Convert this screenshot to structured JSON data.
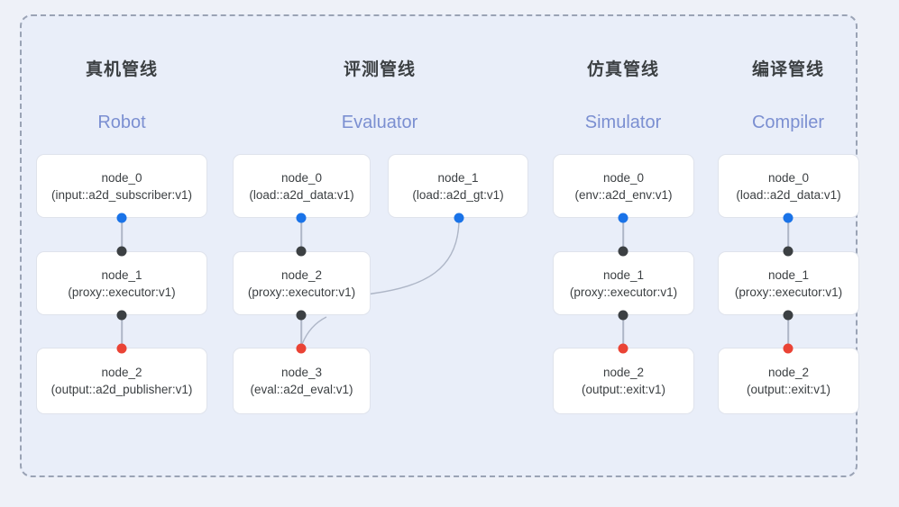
{
  "panel": {
    "border_color": "#9aa3b5",
    "background": "#e9eef9"
  },
  "colors": {
    "page_background": "#eef1f8",
    "title_cn": "#3c4043",
    "title_en": "#7b8fd1",
    "node_text": "#3c4043",
    "node_bg": "#ffffff",
    "node_border": "#dfe3ec",
    "port_input": "#1a73e8",
    "port_relay": "#3c4043",
    "port_output": "#ea4335",
    "edge": "#aeb6c7"
  },
  "columns": [
    {
      "key": "robot",
      "title_cn": "真机管线",
      "title_en": "Robot",
      "nodes": [
        {
          "id": "robot-node-0",
          "name": "node_0",
          "spec": "(input::a2d_subscriber:v1)"
        },
        {
          "id": "robot-node-1",
          "name": "node_1",
          "spec": "(proxy::executor:v1)"
        },
        {
          "id": "robot-node-2",
          "name": "node_2",
          "spec": "(output::a2d_publisher:v1)"
        }
      ]
    },
    {
      "key": "evaluator",
      "title_cn": "评测管线",
      "title_en": "Evaluator",
      "nodes": [
        {
          "id": "eval-node-0",
          "name": "node_0",
          "spec": "(load::a2d_data:v1)"
        },
        {
          "id": "eval-node-1",
          "name": "node_1",
          "spec": "(load::a2d_gt:v1)"
        },
        {
          "id": "eval-node-2",
          "name": "node_2",
          "spec": "(proxy::executor:v1)"
        },
        {
          "id": "eval-node-3",
          "name": "node_3",
          "spec": "(eval::a2d_eval:v1)"
        }
      ]
    },
    {
      "key": "simulator",
      "title_cn": "仿真管线",
      "title_en": "Simulator",
      "nodes": [
        {
          "id": "sim-node-0",
          "name": "node_0",
          "spec": "(env::a2d_env:v1)"
        },
        {
          "id": "sim-node-1",
          "name": "node_1",
          "spec": "(proxy::executor:v1)"
        },
        {
          "id": "sim-node-2",
          "name": "node_2",
          "spec": "(output::exit:v1)"
        }
      ]
    },
    {
      "key": "compiler",
      "title_cn": "编译管线",
      "title_en": "Compiler",
      "nodes": [
        {
          "id": "comp-node-0",
          "name": "node_0",
          "spec": "(load::a2d_data:v1)"
        },
        {
          "id": "comp-node-1",
          "name": "node_1",
          "spec": "(proxy::executor:v1)"
        },
        {
          "id": "comp-node-2",
          "name": "node_2",
          "spec": "(output::exit:v1)"
        }
      ]
    }
  ]
}
